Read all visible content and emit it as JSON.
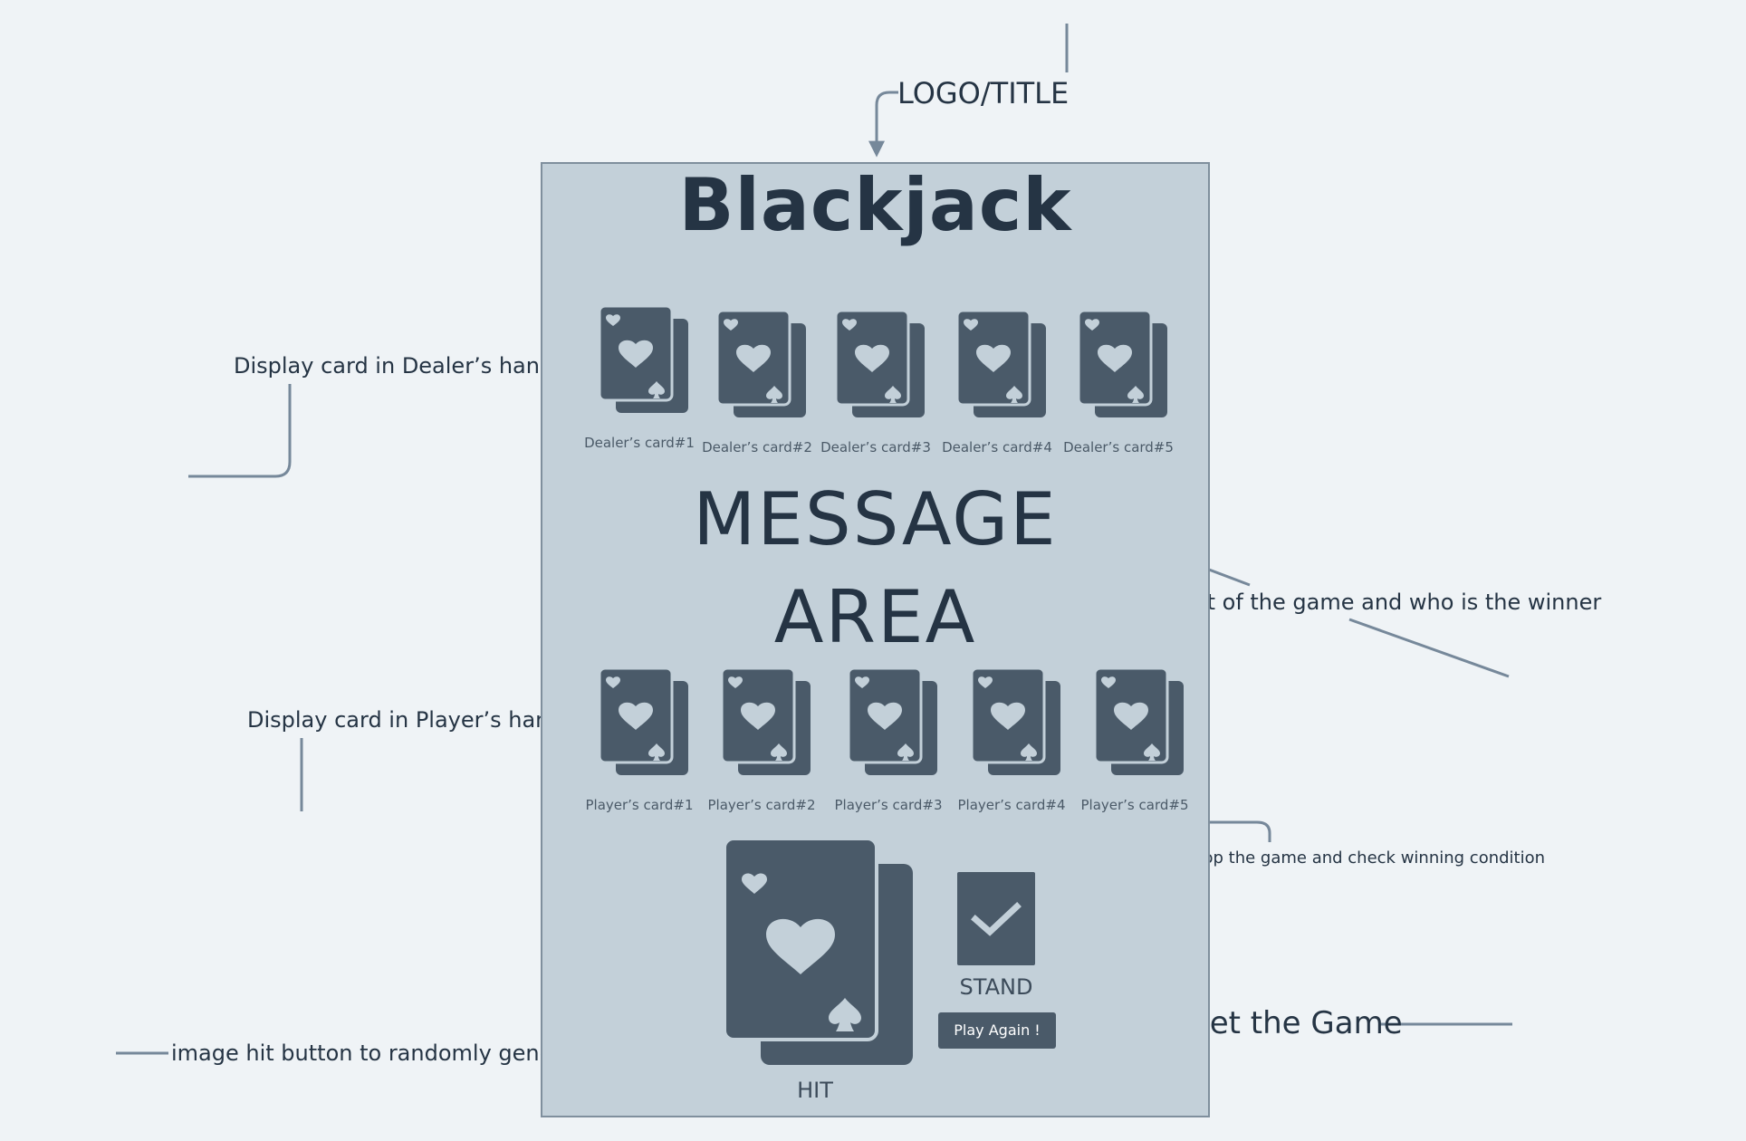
{
  "header_note": "LOGO/TITLE",
  "title": "Blackjack",
  "dealer": {
    "note": "Display card in Dealer’s hand",
    "cards": [
      "Dealer’s card#1",
      "Dealer’s card#2",
      "Dealer’s card#3",
      "Dealer’s card#4",
      "Dealer’s card#5"
    ]
  },
  "message": {
    "line1": "MESSAGE",
    "line2": "AREA",
    "note": "Display the result of the game and who is the winner"
  },
  "player": {
    "note": "Display card in Player’s hand",
    "cards": [
      "Player’s card#1",
      "Player’s card#2",
      "Player’s card#3",
      "Player’s card#4",
      "Player’s card#5"
    ]
  },
  "controls": {
    "hit_label": "HIT",
    "hit_note": "image hit button to randomly generate card for Player",
    "stand_label": "STAND",
    "stand_note": "Stop the game and check winning condition",
    "play_again_label": "Play Again !",
    "reset_note": "Reset the Game"
  },
  "colors": {
    "background": "#eff3f6",
    "panel": "#c3d0d9",
    "card": "#4a5a69",
    "connector": "#76889a",
    "text": "#253444"
  }
}
